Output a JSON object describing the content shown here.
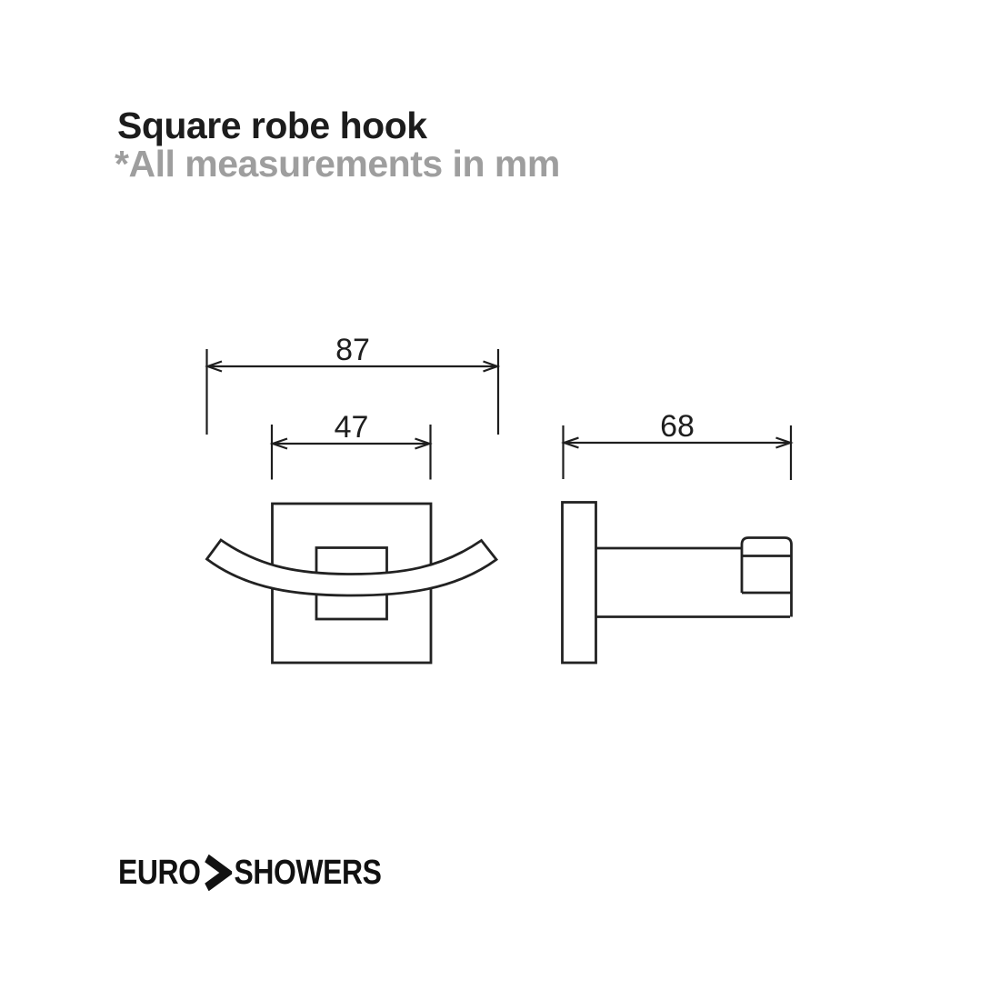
{
  "header": {
    "title": "Square robe hook",
    "subtitle": "*All measurements in mm"
  },
  "diagram": {
    "dimensions": {
      "overall_width_mm": "87",
      "plate_width_mm": "47",
      "depth_mm": "68"
    }
  },
  "footer": {
    "brand_left": "EURO",
    "brand_right": "SHOWERS",
    "separator_icon": "chevron-right"
  },
  "colors": {
    "ink": "#1e1e1e",
    "muted_gray": "#9e9e9e",
    "background": "#ffffff"
  }
}
